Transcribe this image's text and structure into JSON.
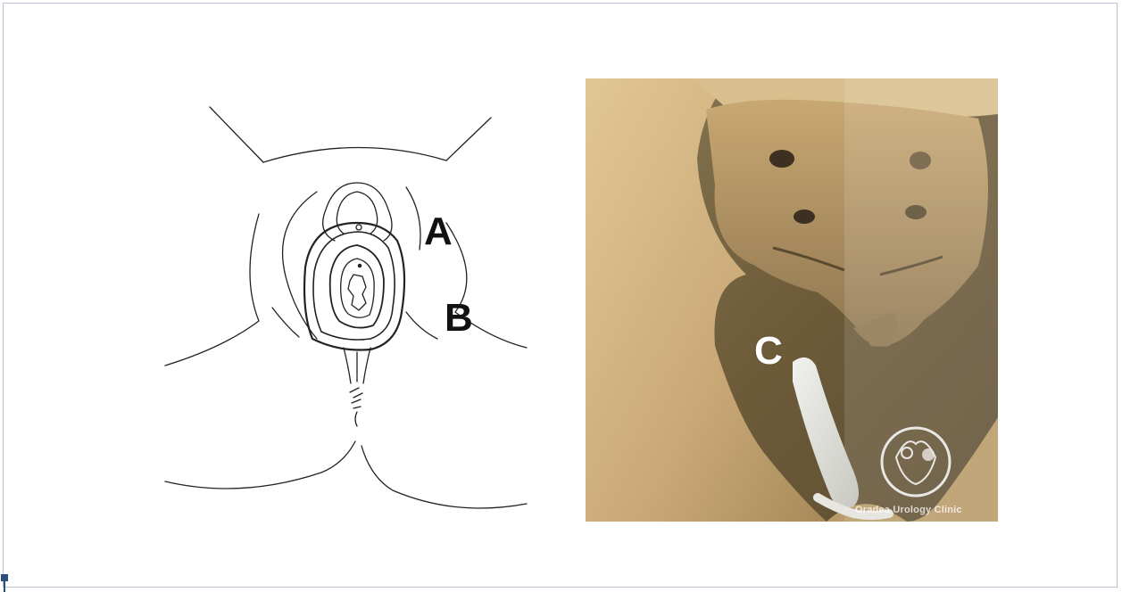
{
  "labels": {
    "a": "A",
    "b": "B",
    "c": "C"
  },
  "photo": {
    "watermark": "Oradea Urology Clinic"
  },
  "colors": {
    "frame_border": "#b9c3cf",
    "corner_mark": "#2c4f7c",
    "bone": "#c9a977",
    "background_dark": "#6e5c3a"
  }
}
